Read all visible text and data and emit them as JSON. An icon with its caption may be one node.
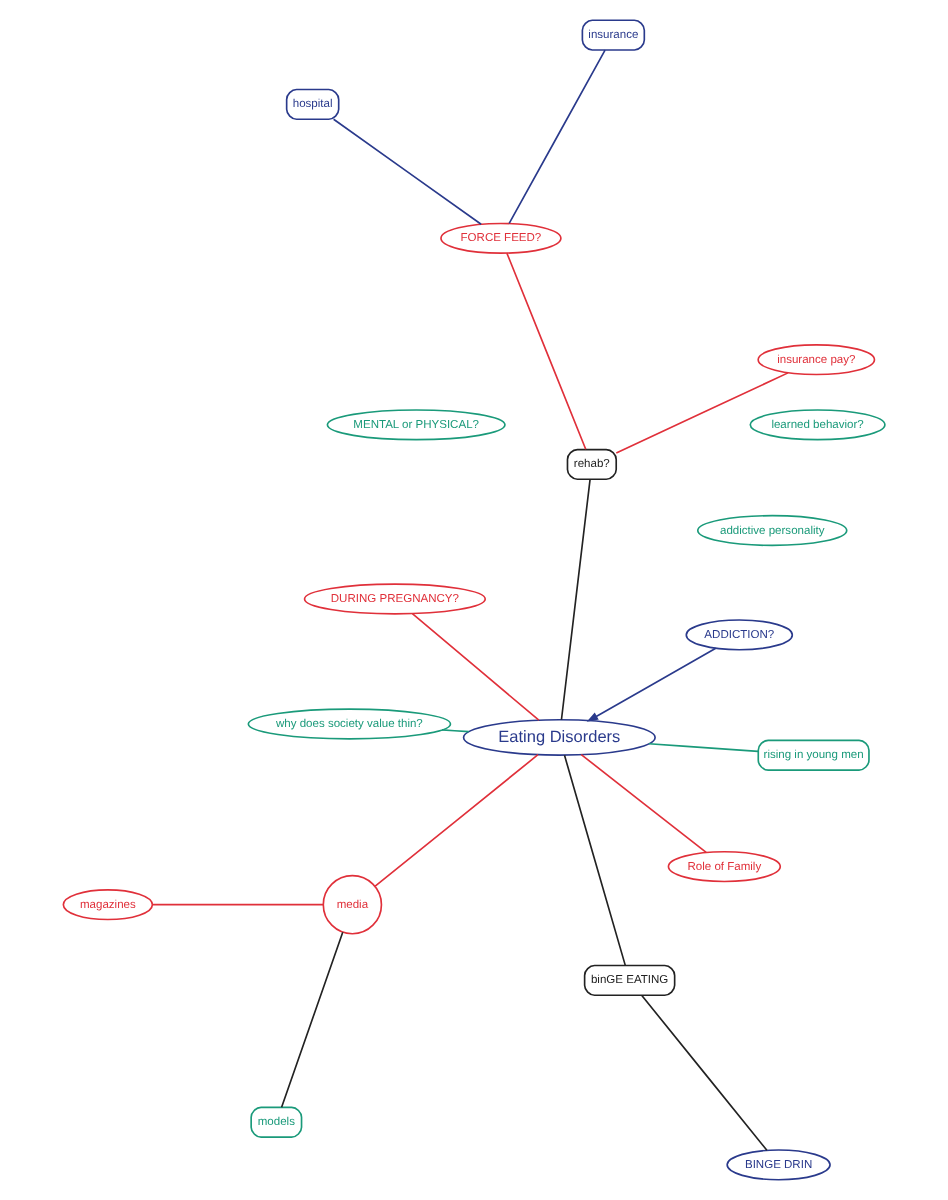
{
  "diagram": {
    "nodes": [
      {
        "text": [
          "Eating Disorders"
        ]
      },
      {
        "text": [
          "rehab?"
        ]
      },
      {
        "text": [
          "insurance pay?"
        ]
      },
      {
        "text": [
          "FORCE FEED?"
        ]
      },
      {
        "text": [
          "insurance"
        ]
      },
      {
        "text": [
          "hospital"
        ]
      },
      {
        "text": [
          "MENTAL or PHYSICAL?"
        ]
      },
      {
        "text": [
          "binGE EATING"
        ]
      },
      {
        "text": [
          "BINGE DRIN"
        ]
      },
      {
        "text": [
          "why does society value thin?"
        ]
      },
      {
        "text": [
          "media"
        ]
      },
      {
        "text": [
          "models"
        ]
      },
      {
        "text": [
          "magazines"
        ]
      },
      {
        "text": [
          "rising in young men"
        ]
      },
      {
        "text": [
          "learned behavior?"
        ]
      },
      {
        "text": [
          "ADDICTION?"
        ]
      },
      {
        "text": [
          "addictive personality"
        ]
      },
      {
        "text": [
          "DURING PREGNANCY?"
        ]
      },
      {
        "text": [
          "Role of Family"
        ]
      }
    ],
    "edges": [
      {
        "from": 0,
        "to": 1,
        "arrow": "none",
        "color": "#222222"
      },
      {
        "from": 1,
        "to": 2,
        "arrow": "none"
      },
      {
        "from": 1,
        "to": 3,
        "arrow": "none"
      },
      {
        "from": 3,
        "to": 4,
        "arrow": "none",
        "color": "#2a3a8c"
      },
      {
        "from": 3,
        "to": 5,
        "arrow": "none",
        "color": "#2a3a8c"
      },
      {
        "from": 0,
        "to": 7,
        "arrow": "none",
        "color": "#222222"
      },
      {
        "from": 7,
        "to": 8,
        "arrow": "none",
        "color": "#222222"
      },
      {
        "from": 0,
        "to": 9,
        "arrow": "none",
        "color": "#1a9a7a"
      },
      {
        "from": 0,
        "to": 10,
        "arrow": "none"
      },
      {
        "from": 10,
        "to": 11,
        "arrow": "none",
        "color": "#222222"
      },
      {
        "from": 10,
        "to": 12,
        "arrow": "none"
      },
      {
        "from": 0,
        "to": 13,
        "arrow": "none",
        "color": "#1a9a7a"
      },
      {
        "from": 0,
        "to": 18,
        "arrow": "none"
      },
      {
        "from": 0,
        "to": 17,
        "arrow": "none"
      },
      {
        "from": 15,
        "to": 0,
        "arrow": "to",
        "color": "#2a3a8c"
      }
    ]
  }
}
